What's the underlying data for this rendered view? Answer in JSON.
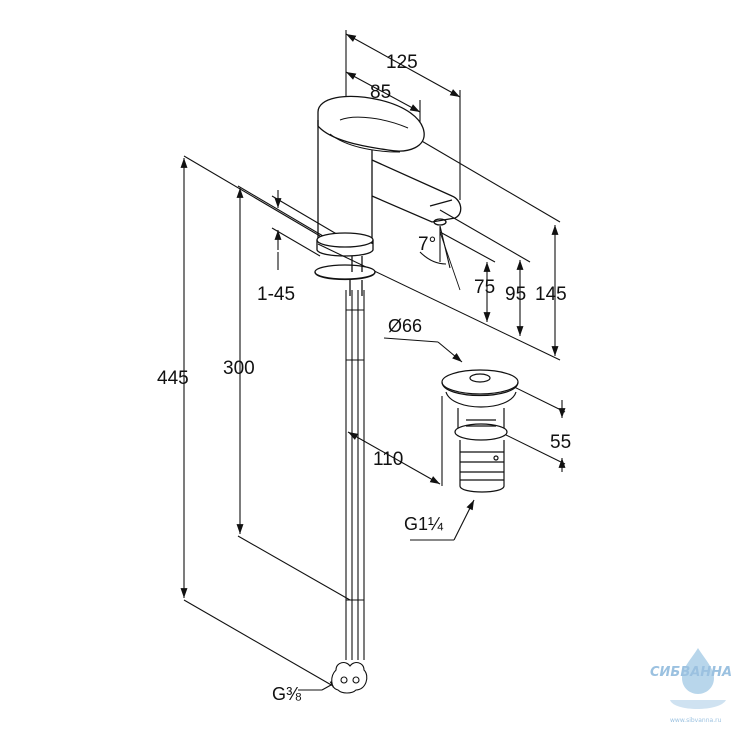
{
  "dimensions": {
    "d125": "125",
    "d85": "85",
    "d145": "145",
    "d95": "95",
    "d75": "75",
    "angle": "7°",
    "d1_45": "1-45",
    "d445": "445",
    "d300": "300",
    "d110": "110",
    "d55": "55"
  },
  "labels": {
    "waste_diameter": "Ø66",
    "waste_thread": "G1¼",
    "hose_thread": "G⅜"
  },
  "watermark": {
    "brand": "СИБВАННА",
    "url": "www.sibvanna.ru",
    "color": "#4a90c8"
  }
}
